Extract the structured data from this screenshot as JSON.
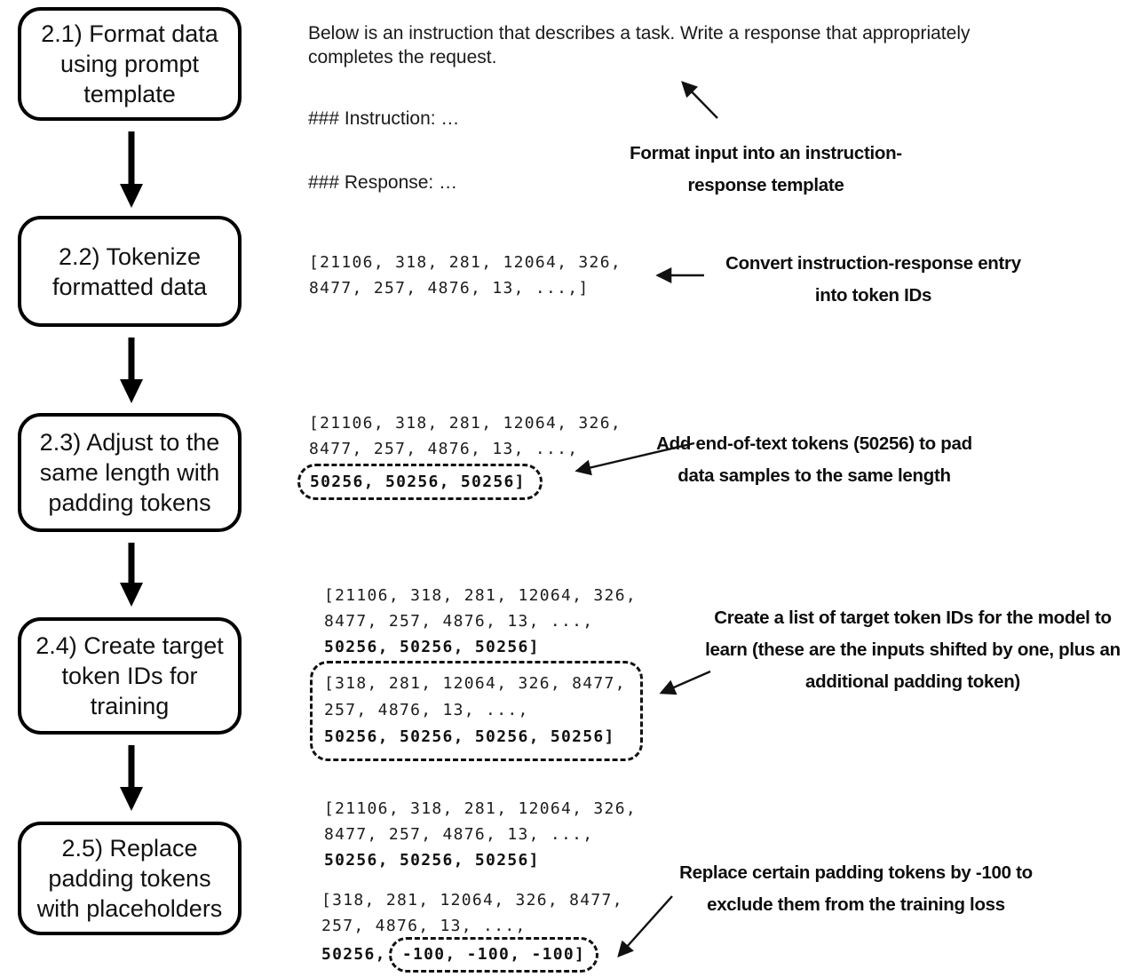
{
  "flow": {
    "steps": [
      {
        "label": "2.1) Format data using prompt template"
      },
      {
        "label": "2.2) Tokenize formatted data"
      },
      {
        "label": "2.3) Adjust to the same length with padding tokens"
      },
      {
        "label": "2.4) Create target token IDs for training"
      },
      {
        "label": "2.5) Replace padding tokens with placeholders"
      }
    ]
  },
  "prompt_example": {
    "intro": "Below is an instruction that describes a task. Write a response that appropriately completes the request.",
    "instruction_line": "### Instruction: …",
    "response_line": "### Response: …"
  },
  "token_examples": {
    "tokenized": {
      "line1": "[21106, 318, 281, 12064, 326,",
      "line2": "8477, 257, 4876, 13, ...,]"
    },
    "padded": {
      "line1": "[21106, 318, 281, 12064, 326,",
      "line2": "8477, 257, 4876, 13, ...,",
      "line3": "50256, 50256, 50256]"
    },
    "target_inputs": {
      "line1": "[21106, 318, 281, 12064, 326,",
      "line2": "8477, 257, 4876, 13, ...,",
      "line3": "50256, 50256, 50256]"
    },
    "target_shifted": {
      "line1": "[318, 281, 12064, 326, 8477,",
      "line2": "257, 4876, 13, ...,",
      "line3": "50256, 50256, 50256, 50256]"
    },
    "replace_inputs": {
      "line1": "[21106, 318, 281, 12064, 326,",
      "line2": "8477, 257, 4876, 13, ...,",
      "line3": "50256, 50256, 50256]"
    },
    "replace_masked": {
      "line1": "[318, 281, 12064, 326, 8477,",
      "line2": "257, 4876, 13, ...,",
      "line3_prefix": "50256,",
      "line3_masked": "-100, -100, -100]"
    }
  },
  "annotations": {
    "format": "Format input into an instruction-response template",
    "tokenize": "Convert instruction-response entry into token IDs",
    "pad": "Add end-of-text tokens (50256) to pad data samples to the same length",
    "target": "Create a list of target token IDs for the model to learn (these are the inputs shifted by one, plus an additional padding token)",
    "mask": "Replace certain padding tokens by -100 to exclude them from the training loss"
  },
  "colors": {
    "ink": "#111111",
    "background": "#ffffff"
  }
}
